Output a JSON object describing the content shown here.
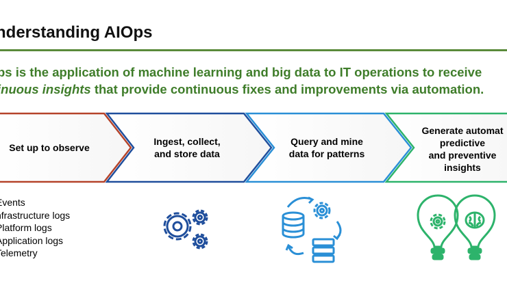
{
  "title": "nderstanding AIOps",
  "intro": {
    "line1": "ps is the application of machine learning and big data to IT operations to receive",
    "line2_italic": "inuous insights",
    "line2_rest": " that provide continuous fixes and improvements via automation."
  },
  "steps": [
    {
      "label": "Set up to observe",
      "color": "#b5432a"
    },
    {
      "label": "Ingest, collect,\nand store data",
      "color": "#1f4e9c"
    },
    {
      "label": "Query and mine\ndata for patterns",
      "color": "#2a8fd6"
    },
    {
      "label": "Generate automat\npredictive\nand preventive\ninsights",
      "color": "#2db36b"
    }
  ],
  "data_sources": [
    "Events",
    "nfrastructure logs",
    "Platform logs",
    "Application logs",
    "Telemetry"
  ],
  "icons": [
    "gears-icon",
    "database-cycle-icon",
    "lightbulb-gear-brain-icon"
  ],
  "colors": {
    "title_rule": "#5a8a3a",
    "intro_text": "#3f7d2a"
  }
}
